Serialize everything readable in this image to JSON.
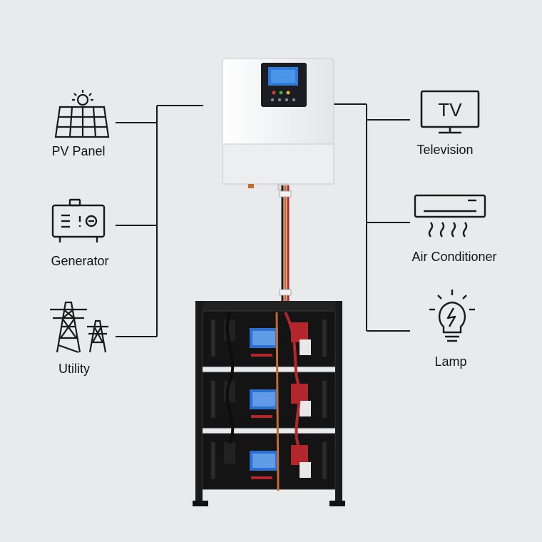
{
  "sources": [
    {
      "label": "PV Panel",
      "icon": "solar-panel-icon"
    },
    {
      "label": "Generator",
      "icon": "generator-icon"
    },
    {
      "label": "Utility",
      "icon": "power-tower-icon"
    }
  ],
  "loads": [
    {
      "label": "Television",
      "icon": "tv-icon",
      "icon_text": "TV"
    },
    {
      "label": "Air Conditioner",
      "icon": "air-conditioner-icon"
    },
    {
      "label": "Lamp",
      "icon": "light-bulb-icon"
    }
  ],
  "colors": {
    "background": "#e9eaeb",
    "line": "#1a1a1a",
    "inverter_body": "#f4f5f6",
    "inverter_panel": "#1b1d22",
    "inverter_screen": "#2f7bd6",
    "battery_case": "#141414",
    "battery_screen": "#2c6fd1",
    "breaker_red": "#b3262c",
    "cable_orange": "#c8692a"
  }
}
